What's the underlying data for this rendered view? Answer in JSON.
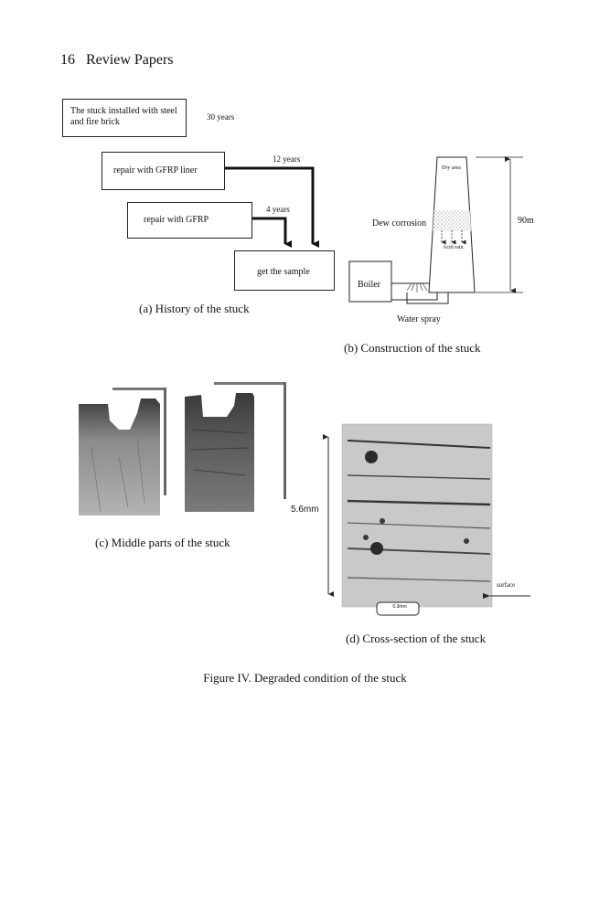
{
  "header": {
    "page_number": "16",
    "running_title": "Review Papers"
  },
  "panel_a": {
    "boxes": {
      "install": "The stuck installed with steel and fire brick",
      "repair_liner": "repair with GFRP liner",
      "repair": "repair with GFRP",
      "sample": "get the sample"
    },
    "years": {
      "thirty": "30 years",
      "twelve": "12 years",
      "four": "4 years"
    },
    "caption": "(a) History of the stuck"
  },
  "panel_b": {
    "dry_area": "Dry area",
    "dew_corrosion": "Dew corrosion",
    "acid_rain": "Acid rain",
    "boiler": "Boiler",
    "water_spray": "Water spray",
    "height": "90m",
    "caption": "(b) Construction of the stuck"
  },
  "panel_c": {
    "scale": "5.6mm",
    "caption": "(c) Middle parts of the stuck"
  },
  "panel_d": {
    "surface": "surface",
    "scale_bar": "0.3mm",
    "caption": "(d) Cross-section of the stuck"
  },
  "figure_caption": "Figure IV. Degraded condition of the stuck"
}
